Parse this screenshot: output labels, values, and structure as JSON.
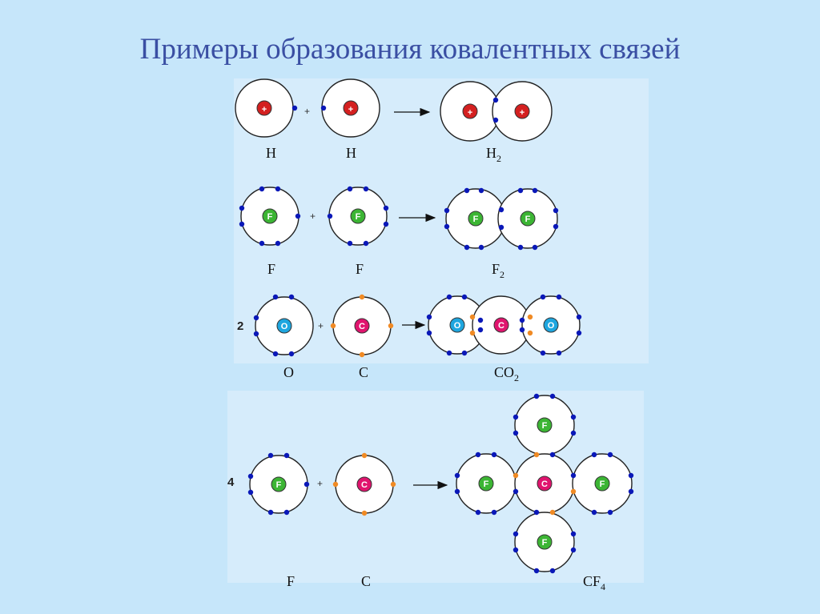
{
  "title": "Примеры образования ковалентных связей",
  "colors": {
    "h_nucleus": "#d42020",
    "f_nucleus": "#3cb534",
    "o_nucleus": "#1ea6df",
    "c_nucleus": "#e0146e",
    "shared_electron_orange": "#f08a24",
    "electron_blue": "#0a18b8"
  },
  "reactions": [
    {
      "reactants": [
        {
          "label": "H"
        },
        {
          "label": "H"
        }
      ],
      "product": "H",
      "product_sub": "2",
      "plus": "+"
    },
    {
      "reactants": [
        {
          "label": "F"
        },
        {
          "label": "F"
        }
      ],
      "product": "F",
      "product_sub": "2",
      "plus": "+"
    },
    {
      "coefficient": "2",
      "reactants": [
        {
          "label": "O"
        },
        {
          "label": "C"
        }
      ],
      "product": "CO",
      "product_sub": "2",
      "plus": "+"
    },
    {
      "coefficient": "4",
      "reactants": [
        {
          "label": "F"
        },
        {
          "label": "C"
        }
      ],
      "product": "CF",
      "product_sub": "4",
      "plus": "+"
    }
  ],
  "nucleus_symbols": {
    "H": "+",
    "F": "F",
    "O": "O",
    "C": "C"
  }
}
